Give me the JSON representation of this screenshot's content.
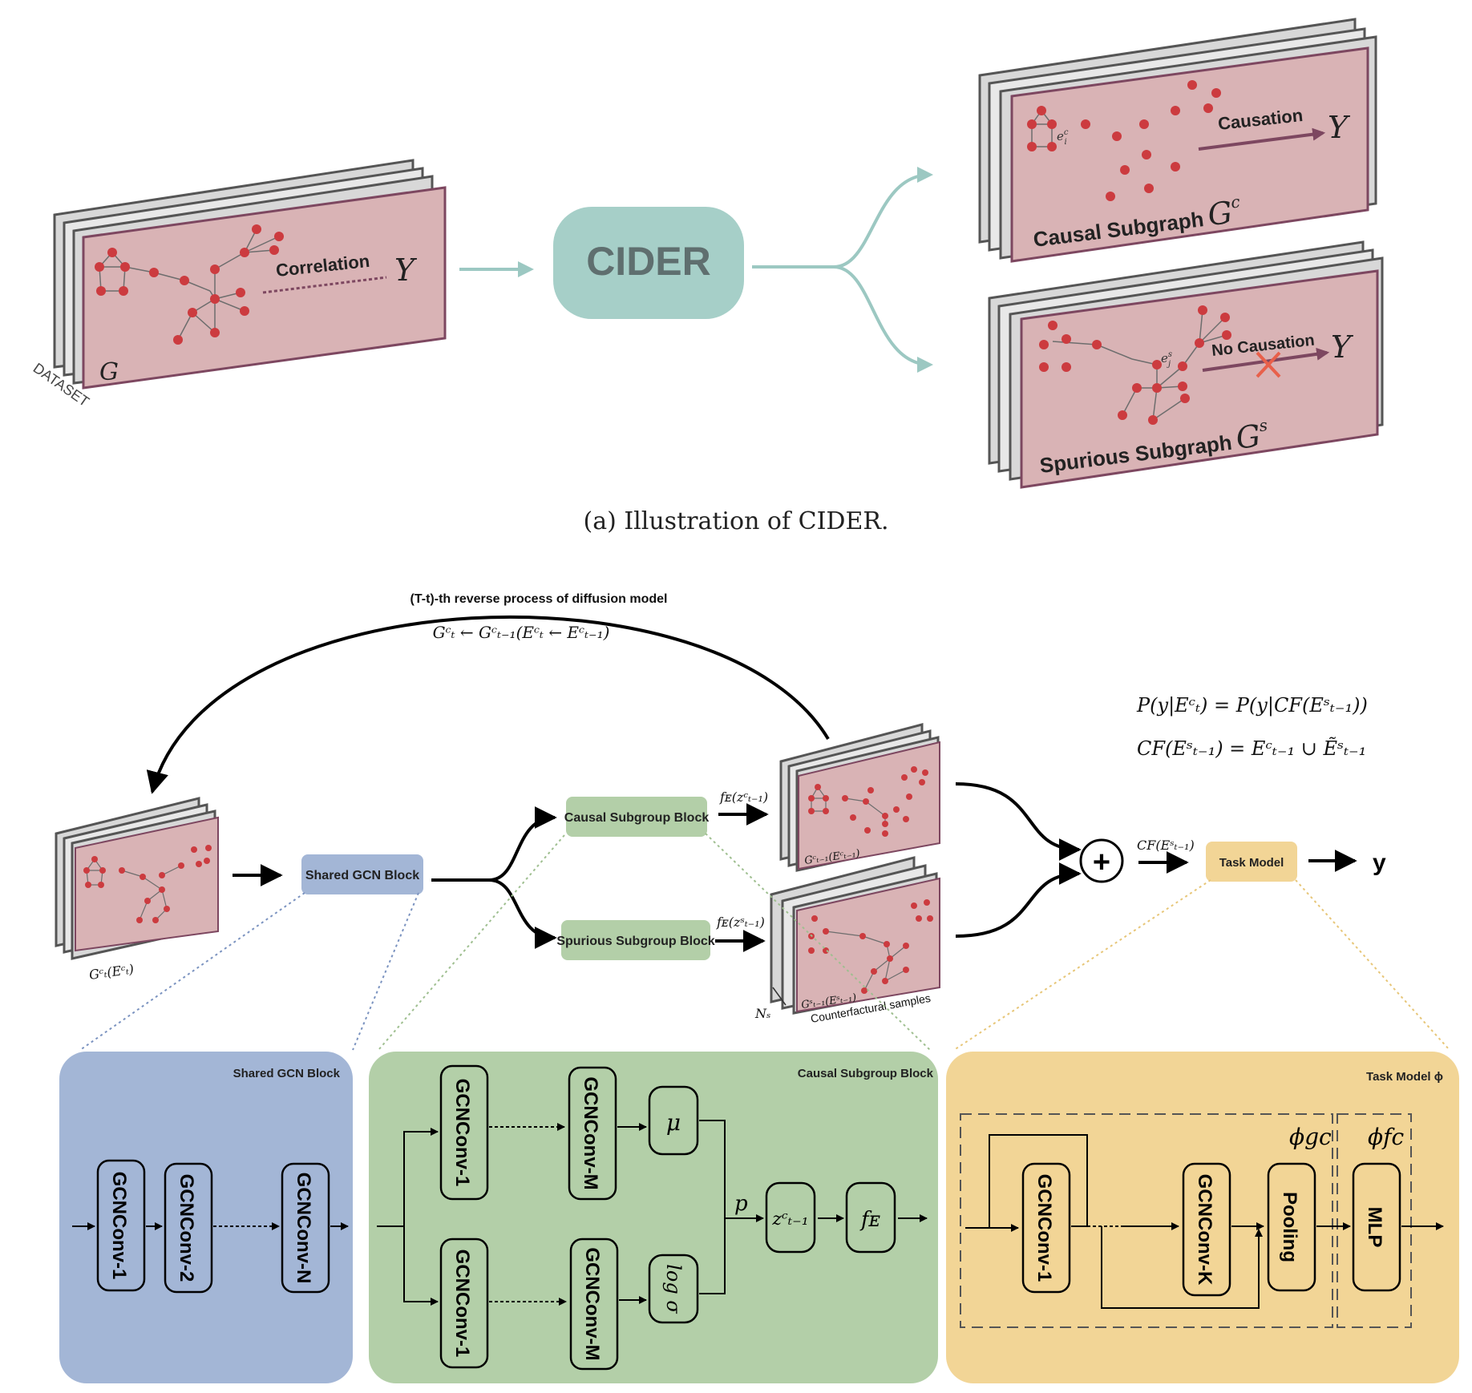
{
  "panel_a": {
    "caption": "(a) Illustration of CIDER.",
    "dataset_label": "DATASET",
    "input_graph_label": "G",
    "correlation_label": "Correlation",
    "target_label": "Y",
    "center_box_label": "CIDER",
    "causal": {
      "title": "Causal Subgraph",
      "symbol": "G",
      "superscript": "c",
      "edge_label": "e",
      "edge_sup": "c",
      "edge_sub": "i",
      "arrow_label": "Causation",
      "target": "Y"
    },
    "spurious": {
      "title": "Spurious Subgraph",
      "symbol": "G",
      "superscript": "s",
      "edge_label": "e",
      "edge_sup": "s",
      "edge_sub": "j",
      "arrow_label": "No Causation",
      "target": "Y"
    }
  },
  "panel_b": {
    "reverse_title": "(T-t)-th reverse process of diffusion model",
    "reverse_formula": "Gᶜₜ ← Gᶜₜ₋₁(Eᶜₜ ← Eᶜₜ₋₁)",
    "eq1": "P(y|Eᶜₜ) = P(y|CF(Eˢₜ₋₁))",
    "eq2": "CF(Eˢₜ₋₁) = Eᶜₜ₋₁ ∪ Ẽˢₜ₋₁",
    "input_label": "Gᶜₜ(Eᶜₜ)",
    "shared_block": "Shared GCN Block",
    "causal_block": "Causal Subgroup Block",
    "spurious_block": "Spurious Subgroup Block",
    "fe_causal": "fᴇ(zᶜₜ₋₁)",
    "fe_spurious": "fᴇ(zˢₜ₋₁)",
    "causal_out_label": "Gᶜₜ₋₁(Eᶜₜ₋₁)",
    "spurious_out_label": "Gˢₜ₋₁(Eˢₜ₋₁)",
    "counterfactual_label": "Counterfactural samples",
    "ns_label": "Nₛ",
    "plus_symbol": "+",
    "cf_label": "CF(Eˢₜ₋₁)",
    "task_model": "Task Model",
    "output": "y"
  },
  "detail": {
    "shared": {
      "title": "Shared GCN Block",
      "layers": [
        "GCNConv-1",
        "GCNConv-2",
        "GCNConv-N"
      ]
    },
    "causal": {
      "title": "Causal Subgroup Block",
      "top": [
        "GCNConv-1",
        "GCNConv-M"
      ],
      "bottom": [
        "GCNConv-1",
        "GCNConv-M"
      ],
      "mu": "μ",
      "logsigma": "log σ",
      "p": "p",
      "z": "zᶜₜ₋₁",
      "fe": "fᴇ"
    },
    "task": {
      "title": "Task Model ϕ",
      "phi_gc": "ϕgc",
      "phi_fc": "ϕfc",
      "layers": [
        "GCNConv-1",
        "GCNConv-K"
      ],
      "pooling": "Pooling",
      "mlp": "MLP"
    }
  },
  "colors": {
    "graph_card": "#d9b3b5",
    "graph_border": "#7d4760",
    "node": "#cc3b3f",
    "cider_box": "#a6cfc8",
    "teal_arrow": "#9cc8c2",
    "shared_blue": "#a3b6d6",
    "causal_green": "#b3cfa8",
    "task_yellow": "#f2d596"
  }
}
